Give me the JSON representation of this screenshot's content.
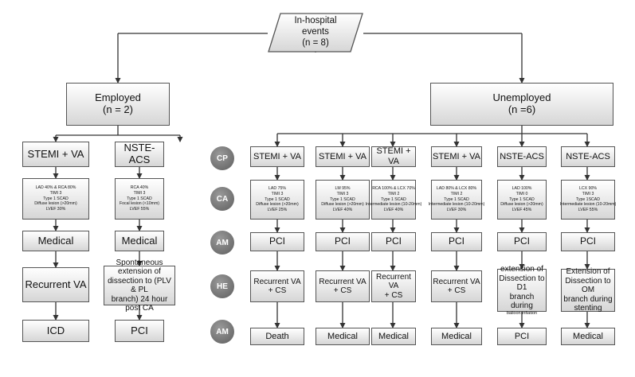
{
  "root": {
    "lines": [
      "In-hospital",
      "events",
      "(n = 8)"
    ]
  },
  "employed": {
    "lines": [
      "Employed",
      "(n = 2)"
    ]
  },
  "unemployed": {
    "lines": [
      "Unemployed",
      "(n =6)"
    ]
  },
  "row_labels": [
    "CP",
    "CA",
    "AM",
    "HE",
    "AM"
  ],
  "columns": [
    {
      "cp": "STEMI + VA",
      "ca": [
        "LAD 40%  & RCA 80%",
        "TIMI 3",
        "Type 1 SCAD",
        "Diffuse lesion (>20mm)",
        "LVEF 30%"
      ],
      "am": "Medical",
      "he": [
        "Recurrent VA"
      ],
      "outcome": "ICD"
    },
    {
      "cp": "NSTE-ACS",
      "ca": [
        "RCA 40%",
        "TIMI 3",
        "Type 1 SCAD",
        "Focal lesion (<10mm)",
        "LVEF 55%"
      ],
      "am": "Medical",
      "he": [
        "Spontaneous extension of",
        "dissection to (PLV & PL",
        "branch) 24 hour post CA"
      ],
      "outcome": "PCI"
    },
    {
      "cp": "STEMI + VA",
      "ca": [
        "LAD  75%",
        "TIMI 3",
        "Type 1 SCAD",
        "Diffuse lesion (>20mm)",
        "LVEF 25%"
      ],
      "am": "PCI",
      "he": [
        "Recurrent VA",
        "+ CS"
      ],
      "outcome": "Death"
    },
    {
      "cp": "STEMI + VA",
      "ca": [
        "LM  95%",
        "TIMI 3",
        "Type 1 SCAD",
        "Diffuse lesion (>20mm)",
        "LVEF 40%"
      ],
      "am": "PCI",
      "he": [
        "Recurrent VA",
        "+ CS"
      ],
      "outcome": "Medical"
    },
    {
      "cp": "STEMI + VA",
      "ca": [
        "RCA 100%  & LCX 70%",
        "TIMI 2",
        "Type 1 SCAD",
        "Intermediate lesion (10-20mm)",
        "LVEF 40%"
      ],
      "am": "PCI",
      "he": [
        "Recurrent VA",
        "+ CS"
      ],
      "outcome": "Medical"
    },
    {
      "cp": "STEMI + VA",
      "ca": [
        "LAD 80%  & LCX 80%",
        "TIMI 2",
        "Type 1 SCAD",
        "Intermediate lesion (10-20mm)",
        "LVEF 30%"
      ],
      "am": "PCI",
      "he": [
        "Recurrent VA",
        "+ CS"
      ],
      "outcome": "Medical"
    },
    {
      "cp": "NSTE-ACS",
      "ca": [
        "LAD 100%",
        "TIMI 0",
        "Type 1 SCAD",
        "Diffuse lesion (>20mm)",
        "LVEF 45%"
      ],
      "am": "PCI",
      "he": [
        "extension of",
        "Dissection to D1",
        "branch during"
      ],
      "he_note": "balloon inflation",
      "outcome": "PCI"
    },
    {
      "cp": "NSTE-ACS",
      "ca": [
        "LCX  90%",
        "TIMI 3",
        "Type 1SCAD",
        "Intermediate lesion (10-20mm)",
        "LVEF 55%"
      ],
      "am": "PCI",
      "he": [
        "Extension of",
        "Dissection to OM",
        "branch during",
        "stenting"
      ],
      "outcome": "Medical"
    }
  ]
}
